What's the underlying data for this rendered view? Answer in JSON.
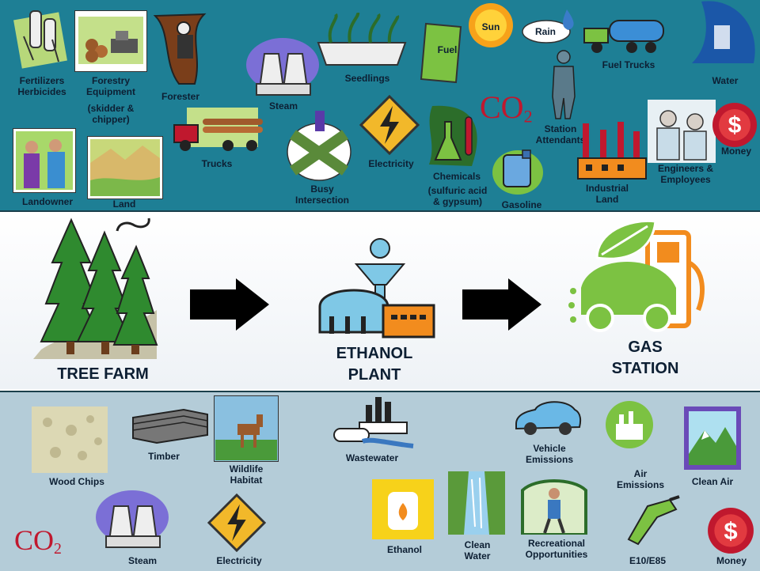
{
  "top": {
    "fertilizers": "Fertilizers\nHerbicides",
    "forestry_equipment": "Forestry\nEquipment",
    "forestry_equipment_sub": "(skidder &\nchipper)",
    "forester": "Forester",
    "steam": "Steam",
    "seedlings": "Seedlings",
    "fuel": "Fuel",
    "sun": "Sun",
    "rain": "Rain",
    "fuel_trucks": "Fuel Trucks",
    "water": "Water",
    "landowner": "Landowner",
    "land": "Land",
    "trucks": "Trucks",
    "busy_intersection": "Busy\nIntersection",
    "electricity": "Electricity",
    "chemicals": "Chemicals",
    "chemicals_sub": "(sulfuric acid\n& gypsum)",
    "gasoline": "Gasoline",
    "station_attendants": "Station\nAttendants",
    "industrial_land": "Industrial\nLand",
    "engineers": "Engineers &\nEmployees",
    "money": "Money",
    "co2": "CO",
    "co2_sub": "2"
  },
  "middle": {
    "tree_farm": "TREE FARM",
    "ethanol_plant": "ETHANOL\nPLANT",
    "gas_station": "GAS\nSTATION"
  },
  "bottom": {
    "wood_chips": "Wood Chips",
    "timber": "Timber",
    "wildlife_habitat": "Wildlife\nHabitat",
    "wastewater": "Wastewater",
    "vehicle_emissions": "Vehicle\nEmissions",
    "air_emissions": "Air\nEmissions",
    "clean_air": "Clean Air",
    "steam": "Steam",
    "electricity": "Electricity",
    "ethanol": "Ethanol",
    "clean_water": "Clean\nWater",
    "recreational": "Recreational\nOpportunities",
    "e10": "E10/E85",
    "money": "Money",
    "co2": "CO",
    "co2_sub": "2"
  },
  "colors": {
    "top_band": "#1e7f95",
    "bottom_band": "#b4ccd8",
    "label_text": "#0d1f33",
    "co2_red": "#c0182e",
    "gas_station_green": "#7cc242",
    "gas_station_orange": "#f28c1e",
    "plant_blue": "#7fc8e6"
  }
}
